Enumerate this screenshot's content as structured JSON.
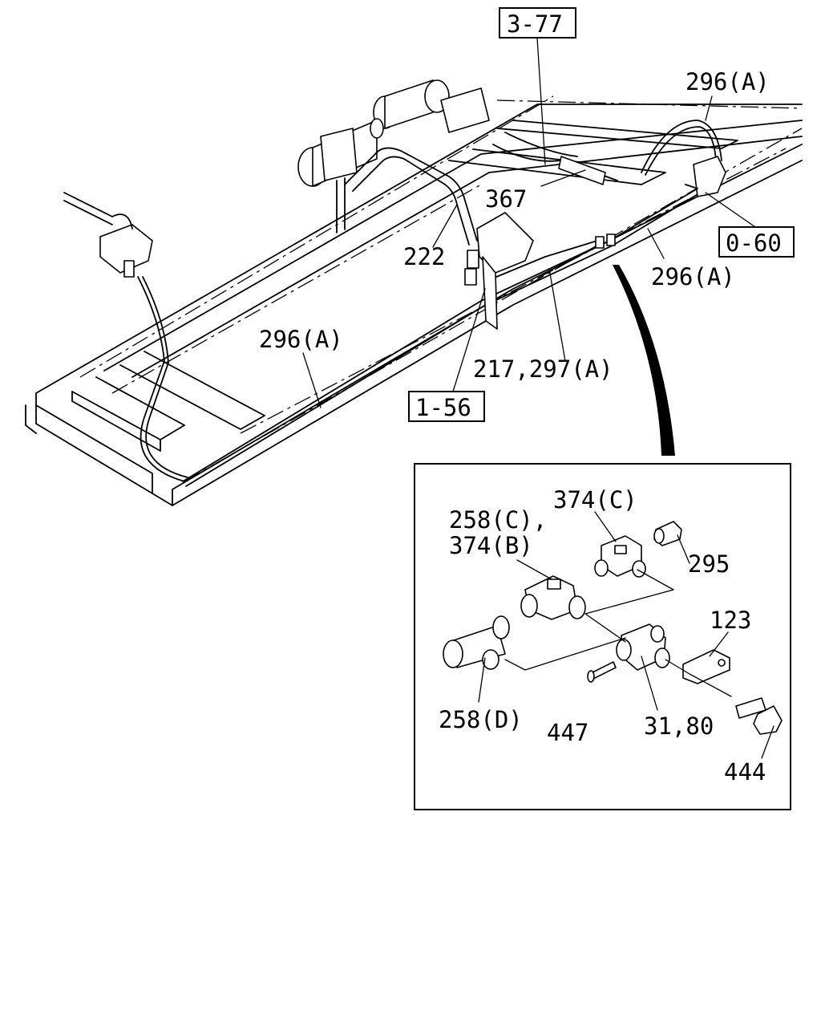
{
  "callouts": {
    "ref_3_77": "3-77",
    "ref_0_60": "0-60",
    "ref_1_56": "1-56",
    "p296a_top": "296(A)",
    "p296a_right": "296(A)",
    "p296a_left": "296(A)",
    "p367": "367",
    "p222": "222",
    "p217_297a": "217,297(A)"
  },
  "detail": {
    "p374c": "374(C)",
    "p258c": "258(C),",
    "p374b": "374(B)",
    "p295": "295",
    "p123": "123",
    "p258d": "258(D)",
    "p447": "447",
    "p31_80": "31,80",
    "p444": "444"
  }
}
